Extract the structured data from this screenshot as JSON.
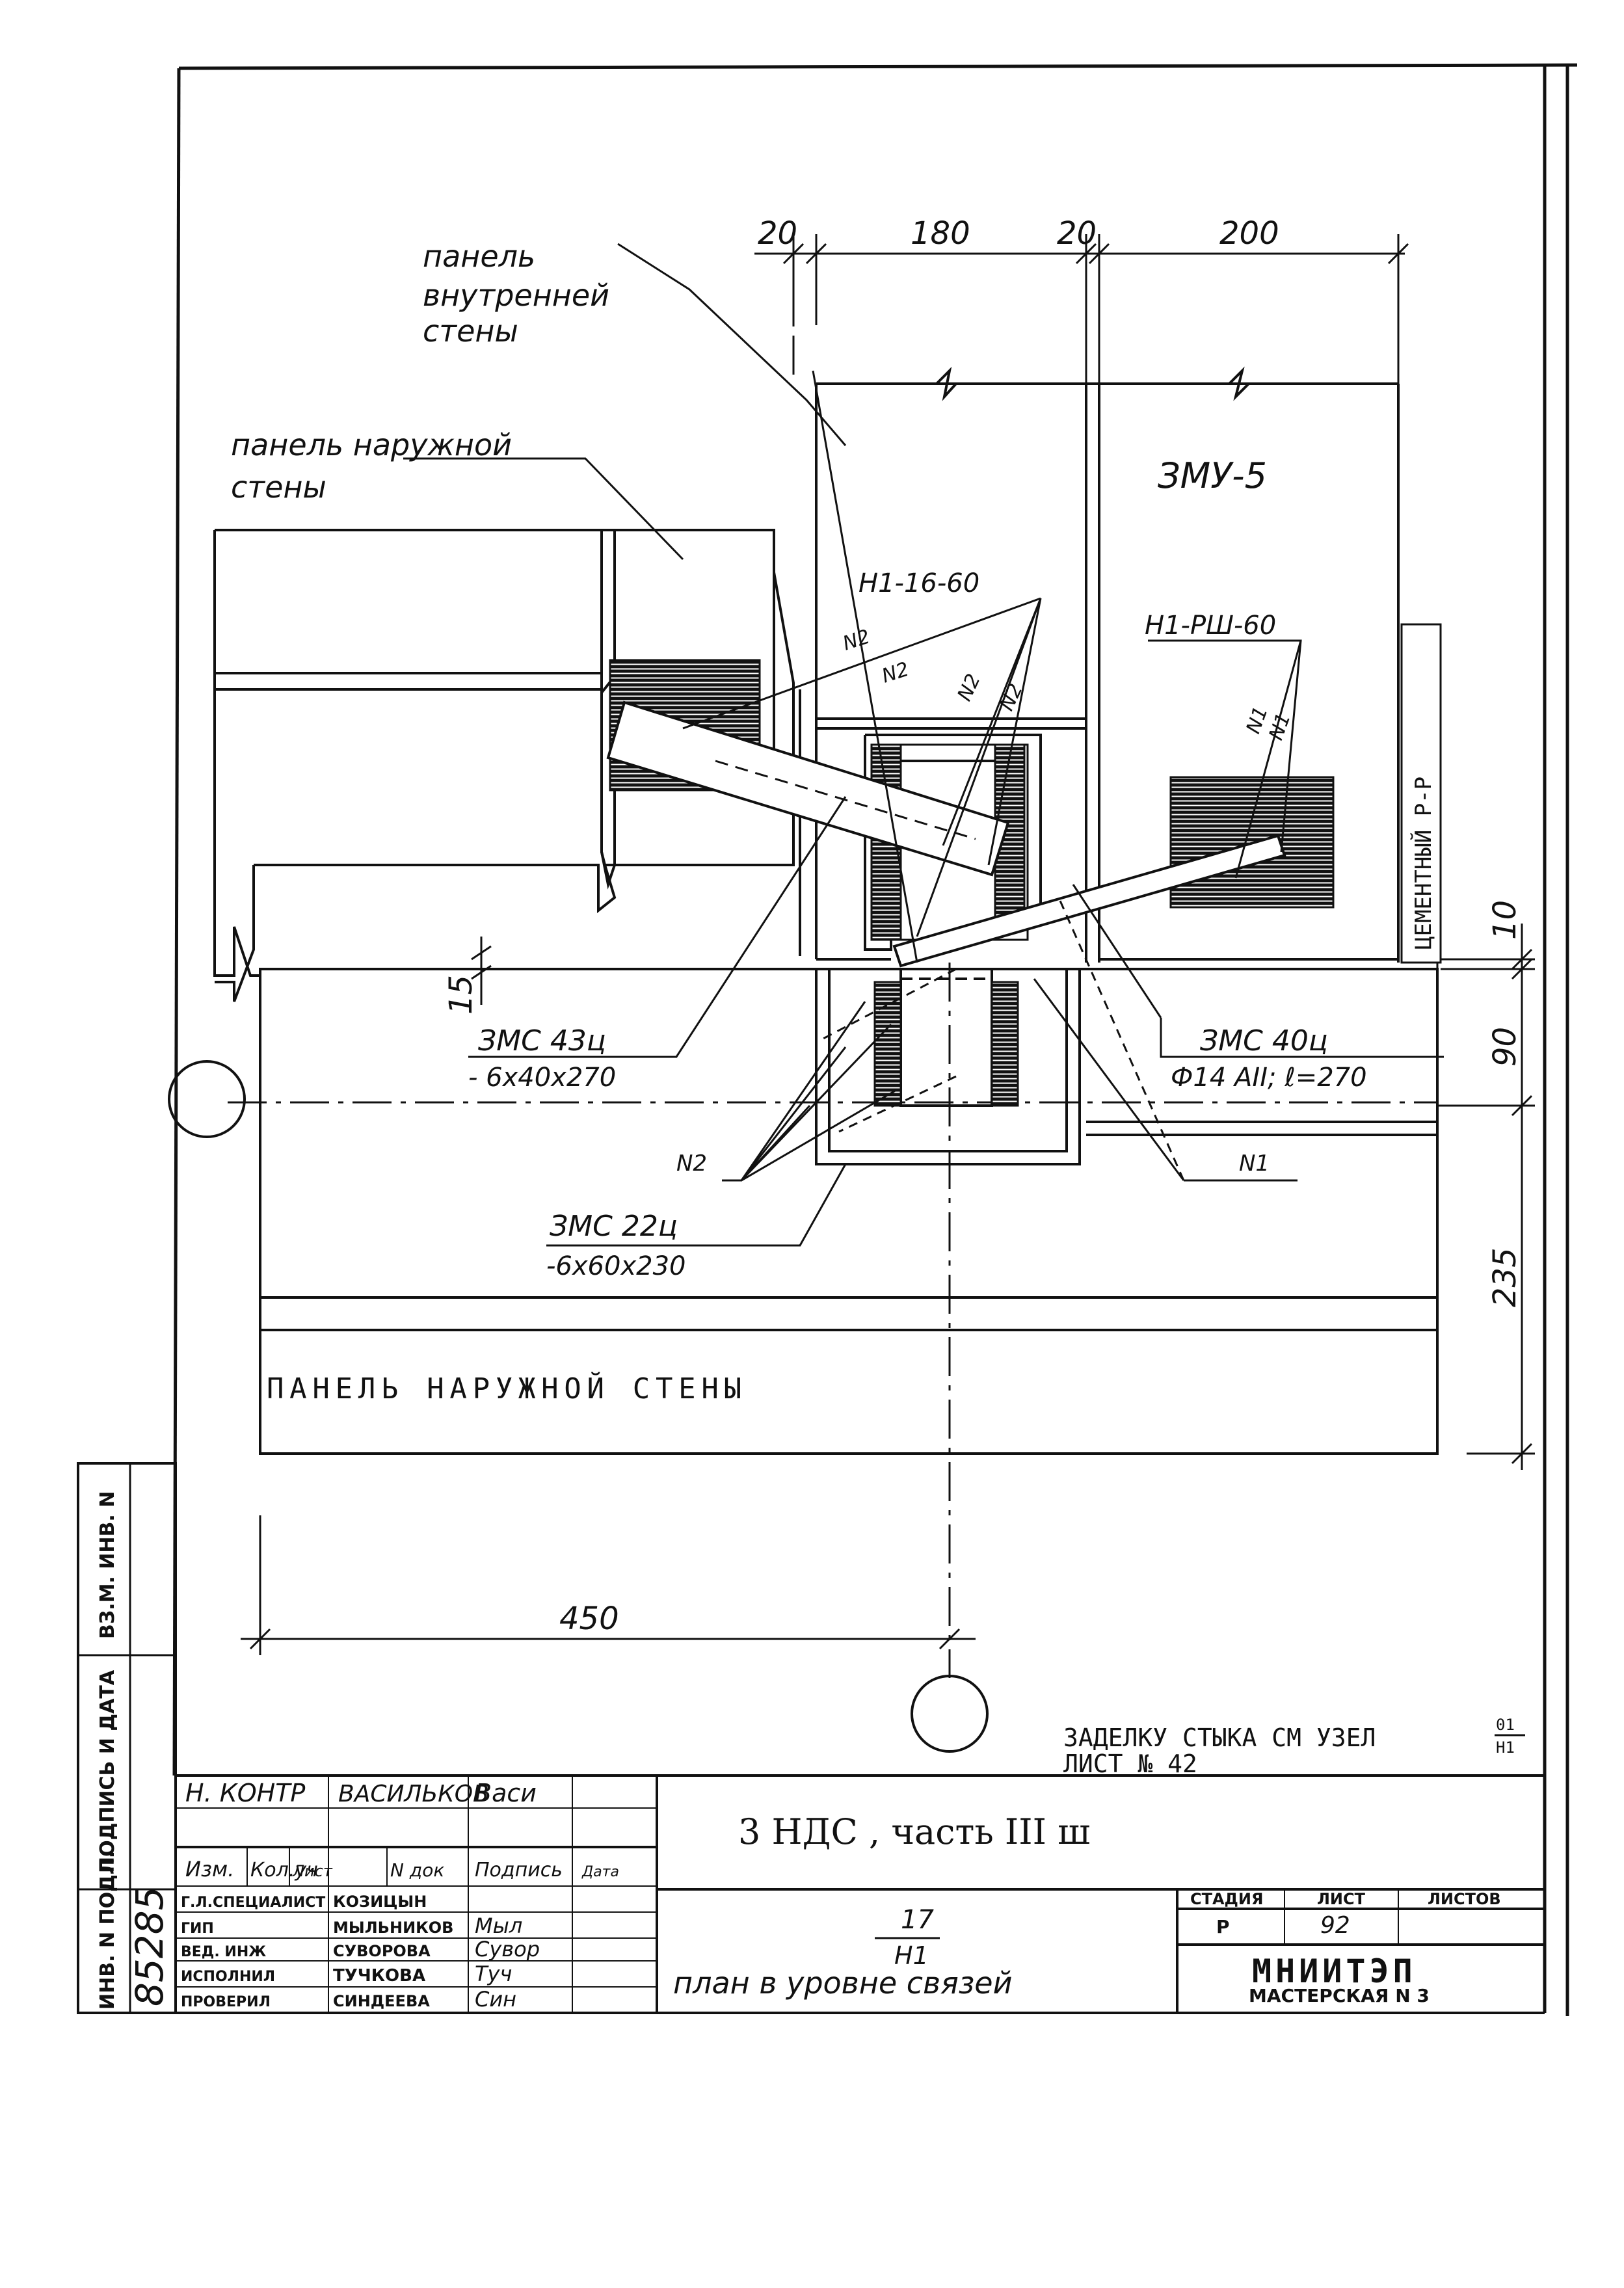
{
  "colors": {
    "ink": "#111111",
    "paper": "#ffffff"
  },
  "dimensions": {
    "d20a": "20",
    "d180": "180",
    "d20b": "20",
    "d200": "200",
    "d15": "15",
    "d10": "10",
    "d90": "90",
    "d235": "235",
    "d450": "450"
  },
  "labels": {
    "inner_panel": [
      "панель",
      "внутренней",
      "стены"
    ],
    "outer_panel_top": [
      "панель наружной",
      "стены"
    ],
    "zmu5": "ЗМУ-5",
    "n1_16_60": "Н1-16-60",
    "n1_rsh_60": "Н1-РШ-60",
    "cement": "ЦЕМЕНТНЫЙ  Р-Р",
    "zmc43": "ЗМС 43ц",
    "zmc43_size": "- 6х40х270",
    "zmc40": "ЗМС 40ц",
    "zmc40_size": "Ф14 АII; ℓ=270",
    "zmc22": "ЗМС 22ц",
    "zmc22_size": "-6х60х230",
    "n2": "N2",
    "n1": "N1",
    "outer_panel_bottom": "ПАНЕЛЬ  НАРУЖНОЙ   СТЕНЫ",
    "zadelka": "ЗАДЕЛКУ   СТЫКА  СМ  УЗЕЛ",
    "zadelka_frac_top": "01",
    "zadelka_frac_bot": "Н1",
    "list42": "ЛИСТ № 42"
  },
  "side_stamp": {
    "vzam": "ВЗ.М. ИНВ. N",
    "podpis": "ПОДПИСЬ И ДАТА",
    "inv_podl": "ИНВ. N ПОДЛ.",
    "inv_number": "85285"
  },
  "title_block": {
    "norm_role": "Н. КОНТР",
    "norm_name": "ВАСИЛЬКОВ",
    "norm_sign": "Васи",
    "header": [
      "Изм.",
      "Кол.уч",
      "Лист",
      "N док",
      "Подпись",
      "Дата"
    ],
    "roles": [
      {
        "role": "Г.Л.СПЕЦИАЛИСТ",
        "name": "КОЗИЦЫН",
        "sign": ""
      },
      {
        "role": "ГИП",
        "name": "МЫЛЬНИКОВ",
        "sign": "Мыл"
      },
      {
        "role": "ВЕД. ИНЖ",
        "name": "СУВОРОВА",
        "sign": "Сувор"
      },
      {
        "role": "ИСПОЛНИЛ",
        "name": "ТУЧКОВА",
        "sign": "Туч"
      },
      {
        "role": "ПРОВЕРИЛ",
        "name": "СИНДЕЕВА",
        "sign": "Син"
      }
    ],
    "project": "3 НДС , часть III ш",
    "sheet_code_top": "17",
    "sheet_code_bot": "Н1",
    "sheet_title": "план  в  уровне   связей",
    "stage_label": "СТАДИЯ",
    "sheet_label": "ЛИСТ",
    "sheets_label": "ЛИСТОВ",
    "stage": "Р",
    "sheet": "92",
    "sheets": "",
    "org": "МНИИТЭП",
    "org_sub": "МАСТЕРСКАЯ N 3"
  }
}
